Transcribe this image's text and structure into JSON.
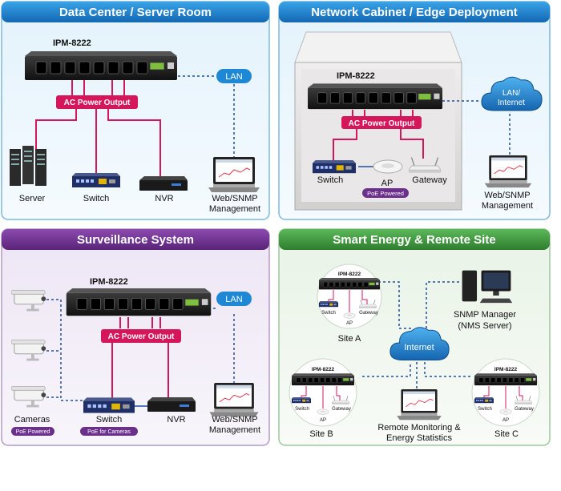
{
  "panels": [
    {
      "title": "Data Center / Server Room",
      "device": "IPM-8222",
      "power_label": "AC Power Output",
      "network": "LAN",
      "devices": [
        "Server",
        "Switch",
        "NVR"
      ],
      "management": [
        "Web/SNMP",
        "Management"
      ]
    },
    {
      "title": "Network Cabinet / Edge Deployment",
      "device": "IPM-8222",
      "power_label": "AC Power Output",
      "network": [
        "LAN/",
        "Internet"
      ],
      "devices": [
        "Switch",
        "AP",
        "Gateway"
      ],
      "badge": "PoE Powered",
      "management": [
        "Web/SNMP",
        "Management"
      ]
    },
    {
      "title": "Surveillance System",
      "device": "IPM-8222",
      "power_label": "AC Power Output",
      "network": "LAN",
      "devices": [
        "Cameras",
        "Switch",
        "NVR"
      ],
      "badges": [
        "PoE Powered",
        "PoE for Cameras"
      ],
      "management": [
        "Web/SNMP",
        "Management"
      ]
    },
    {
      "title": "Smart Energy & Remote Site",
      "network": "Internet",
      "sites": [
        {
          "device": "IPM-8222",
          "label": "Site A",
          "items": [
            "Switch",
            "AP",
            "Gateway"
          ]
        },
        {
          "device": "IPM-8222",
          "label": "Site B",
          "items": [
            "Switch",
            "AP",
            "Gateway"
          ]
        },
        {
          "device": "IPM-8222",
          "label": "Site C",
          "items": [
            "Switch",
            "AP",
            "Gateway"
          ]
        }
      ],
      "nms": [
        "SNMP Manager",
        "(NMS Server)"
      ],
      "monitor": [
        "Remote Monitoring &",
        "Energy Statistics"
      ]
    }
  ],
  "colors": {
    "blue_header": "#1a7ec8",
    "purple_header": "#6b2f8c",
    "green_header": "#3e9a3c",
    "power": "#d6165a",
    "network_dash": "#1f4fa0"
  }
}
